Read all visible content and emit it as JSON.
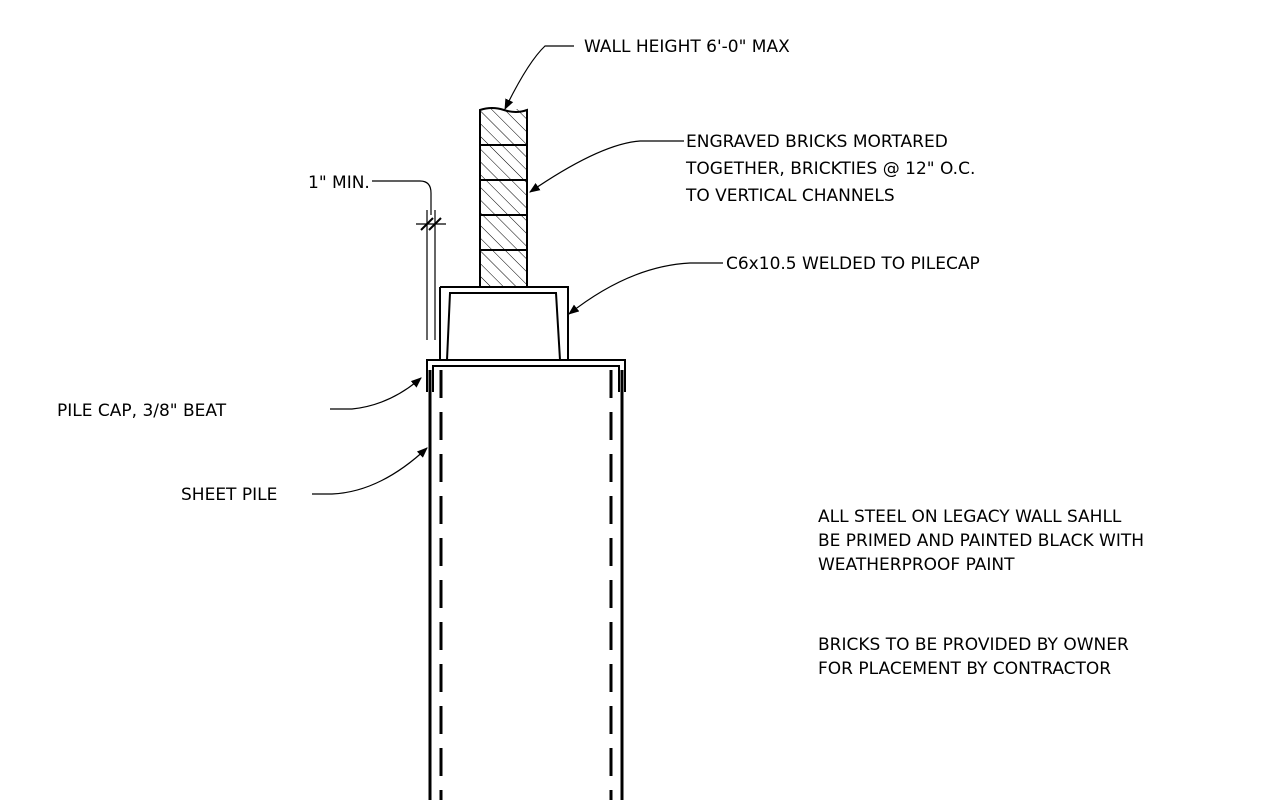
{
  "labels": {
    "wall_height": "WALL HEIGHT 6'-0\" MAX",
    "bricks_1": "ENGRAVED BRICKS MORTARED",
    "bricks_2": "TOGETHER, BRICKTIES @ 12\" O.C.",
    "bricks_3": "TO VERTICAL CHANNELS",
    "min_clearance": "1\" MIN.",
    "channel": "C6x10.5 WELDED TO PILECAP",
    "pile_cap": "PILE CAP, 3/8\"  BEAT",
    "sheet_pile": "SHEET PILE"
  },
  "notes": {
    "steel_1": "ALL STEEL ON LEGACY WALL SAHLL",
    "steel_2": "BE PRIMED AND PAINTED BLACK WITH",
    "steel_3": "WEATHERPROOF PAINT",
    "bricks_1": "BRICKS TO BE PROVIDED BY OWNER",
    "bricks_2": "FOR PLACEMENT BY CONTRACTOR"
  }
}
